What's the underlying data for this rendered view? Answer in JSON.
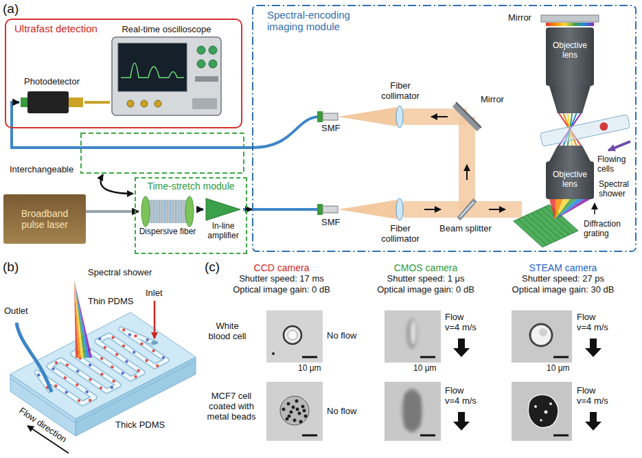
{
  "diagram": {
    "nodes": [
      {
        "text": [
          "Ultrafast detection"
        ]
      },
      {
        "text": [
          "Real-time oscilloscope"
        ],
        "in": 0
      },
      {
        "text": [
          "Photodetector"
        ],
        "in": 0
      },
      {
        "text": [
          "Spectral-encoding imaging module"
        ]
      },
      {
        "text": [
          "Time-stretch module"
        ]
      },
      {
        "text": [
          "Dispersive fiber"
        ],
        "in": 4
      },
      {
        "text": [
          "In-line amplifier"
        ],
        "in": 4
      },
      {
        "text": [
          "Broadband pulse laser"
        ]
      }
    ],
    "edges": [
      {
        "from": 7,
        "to": 5,
        "arrow": "to"
      },
      {
        "from": 5,
        "to": 6,
        "arrow": "to"
      },
      {
        "from": 6,
        "to": 3,
        "arrow": "to"
      },
      {
        "from": 3,
        "to": 2,
        "arrow": "to"
      },
      {
        "from": 2,
        "to": 1,
        "arrow": "none"
      }
    ],
    "labels": [
      "(a)",
      "Interchangeable",
      "Mirror",
      "Objective lens",
      "Objective lens",
      "Flowing cells",
      "Spectral shower",
      "Diffraction grating",
      "Mirror",
      "Fiber collimator",
      "SMF",
      "Beam splitter",
      "SMF",
      "Fiber collimator",
      "(b)",
      "Spectral shower",
      "Thin PDMS",
      "Inlet",
      "Outlet",
      "Flow direction",
      "Thick PDMS",
      "(c)",
      "CCD camera",
      "Shutter speed: 17 ms",
      "Optical image gain: 0 dB",
      "CMOS camera",
      "Shutter speed: 1 μs",
      "Optical image gain: 0 dB",
      "STEAM camera",
      "Shutter speed: 27 ps",
      "Optical image gain: 30 dB",
      "White blood cell",
      "MCF7 cell coated with metal beads",
      "No flow",
      "No flow",
      "Flow v=4 m/s",
      "Flow v=4 m/s",
      "Flow v=4 m/s",
      "Flow v=4 m/s",
      "10 μm",
      "10 μm",
      "10 μm"
    ]
  }
}
